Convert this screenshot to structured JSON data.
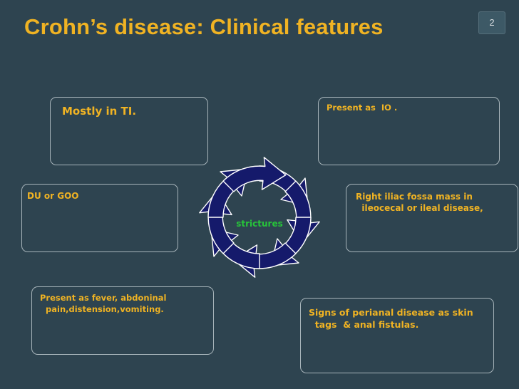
{
  "slide": {
    "title": "Crohn’s disease: Clinical features",
    "page_number": "2",
    "center_label": "strictures"
  },
  "boxes": {
    "top_left": "Mostly in TI.",
    "top_right": "Present as  IO .",
    "mid_left": "DU or GOO",
    "mid_right": "Right iliac fossa mass in\n  ileocecal or ileal disease,",
    "bottom_left": "Present as fever, abdoninal\n  pain,distension,vomiting.",
    "bottom_right": "Signs of perianal disease as skin\n  tags  & anal fistulas."
  },
  "colors": {
    "background": "#2e4450",
    "title": "#f0b323",
    "box_text": "#f0b323",
    "box_border": "#a7b4ba",
    "cycle_fill": "#151a6b",
    "cycle_stroke": "#ffffff",
    "center_label": "#27c43a"
  },
  "icons": {
    "cycle": "circular-arrows-icon"
  }
}
